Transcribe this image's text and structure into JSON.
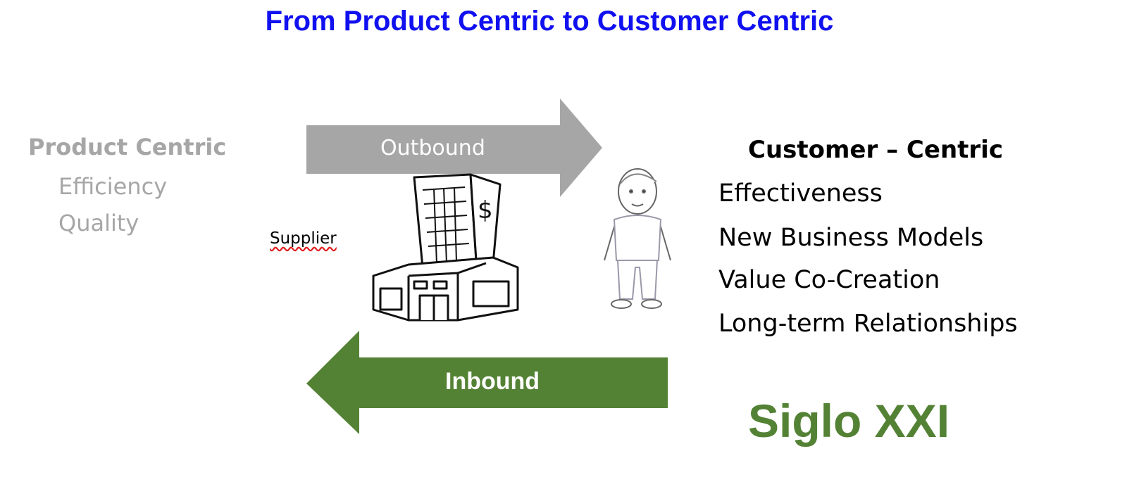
{
  "title": "From Product Centric to Customer Centric",
  "product_centric": {
    "heading": "Product Centric",
    "items": [
      "Efficiency",
      "Quality"
    ]
  },
  "customer_centric": {
    "heading": "Customer – Centric",
    "items": [
      "Effectiveness",
      "New Business Models",
      "Value Co-Creation",
      "Long-term Relationships"
    ]
  },
  "arrows": {
    "outbound": {
      "label": "Outbound",
      "color": "#a6a6a6"
    },
    "inbound": {
      "label": "Inbound",
      "color": "#548235"
    }
  },
  "supplier_label": "Supplier",
  "footer_label": "Siglo XXI",
  "colors": {
    "title": "#1010f0",
    "product_text": "#a6a6a6",
    "accent_green": "#548235"
  }
}
